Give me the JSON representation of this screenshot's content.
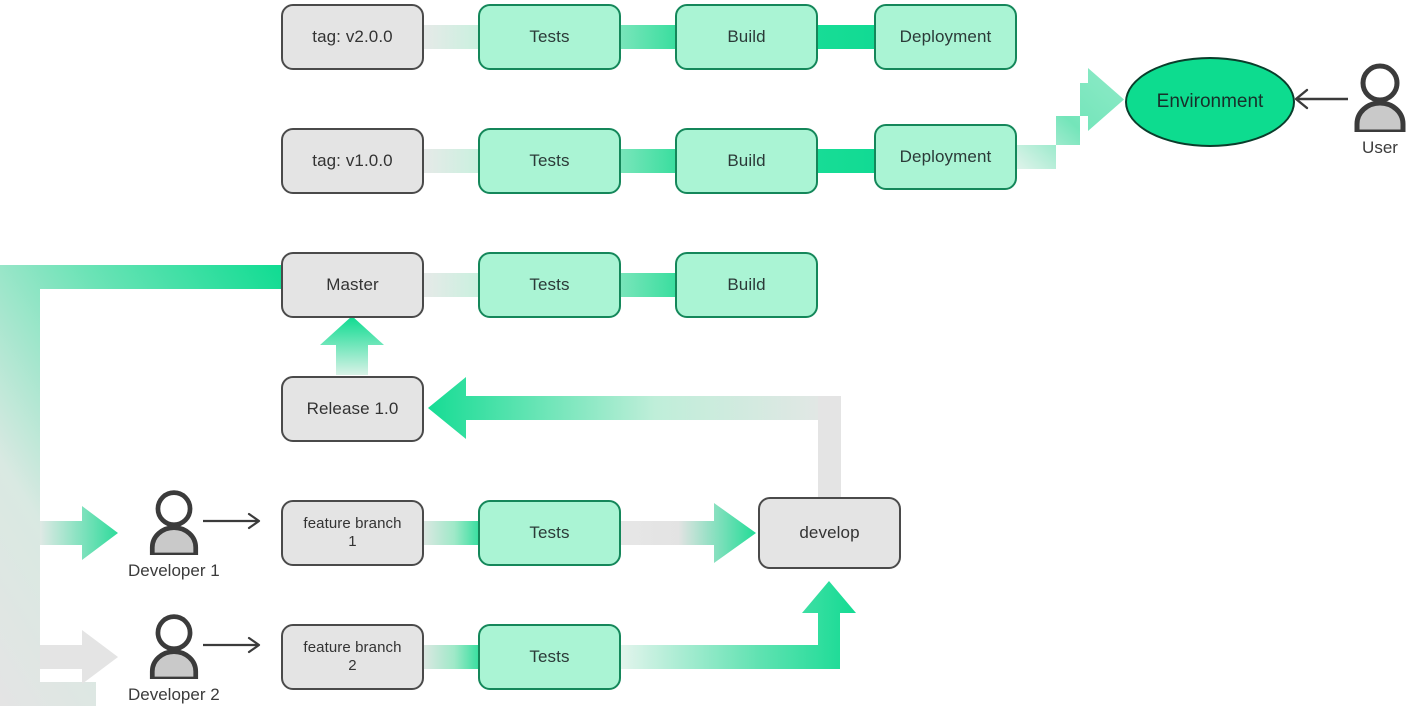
{
  "diagram": {
    "title": "Git branching CI/CD pipeline",
    "colors": {
      "green_solid": "#0ddc8f",
      "green_fill": "#aaf4d4",
      "green_border": "#14875a",
      "gray_fill": "#e4e4e4",
      "gray_border": "#4a4a4a",
      "pipe_gray": "#e4e4e4",
      "arrow_dark": "#3b3b3b",
      "environment_fill": "#0ddc8f",
      "environment_border": "#0a3d2b",
      "text": "#333333"
    },
    "rows": [
      {
        "id": "tag-v200",
        "nodes": [
          {
            "name": "tag-v2-0-0",
            "label": "tag: v2.0.0",
            "kind": "gray"
          },
          {
            "name": "tests",
            "label": "Tests",
            "kind": "green"
          },
          {
            "name": "build",
            "label": "Build",
            "kind": "green"
          },
          {
            "name": "deployment",
            "label": "Deployment",
            "kind": "green"
          }
        ]
      },
      {
        "id": "tag-v100",
        "nodes": [
          {
            "name": "tag-v1-0-0",
            "label": "tag: v1.0.0",
            "kind": "gray"
          },
          {
            "name": "tests",
            "label": "Tests",
            "kind": "green"
          },
          {
            "name": "build",
            "label": "Build",
            "kind": "green"
          },
          {
            "name": "deployment",
            "label": "Deployment",
            "kind": "green"
          }
        ]
      },
      {
        "id": "master",
        "nodes": [
          {
            "name": "master",
            "label": "Master",
            "kind": "gray"
          },
          {
            "name": "tests",
            "label": "Tests",
            "kind": "green"
          },
          {
            "name": "build",
            "label": "Build",
            "kind": "green"
          }
        ]
      },
      {
        "id": "release",
        "nodes": [
          {
            "name": "release-1-0",
            "label": "Release 1.0",
            "kind": "gray"
          }
        ]
      },
      {
        "id": "feature-1",
        "nodes": [
          {
            "name": "feature-branch-1",
            "label": "feature branch",
            "label2": "1",
            "kind": "gray"
          },
          {
            "name": "tests",
            "label": "Tests",
            "kind": "green"
          },
          {
            "name": "develop",
            "label": "develop",
            "kind": "gray"
          }
        ]
      },
      {
        "id": "feature-2",
        "nodes": [
          {
            "name": "feature-branch-2",
            "label": "feature branch",
            "label2": "2",
            "kind": "gray"
          },
          {
            "name": "tests",
            "label": "Tests",
            "kind": "green"
          }
        ]
      }
    ],
    "labels": {
      "tag_v2": "tag: v2.0.0",
      "tag_v1": "tag: v1.0.0",
      "tests": "Tests",
      "build": "Build",
      "deployment": "Deployment",
      "master": "Master",
      "release": "Release 1.0",
      "feature_branch_line1": "feature branch",
      "feature_1_num": "1",
      "feature_2_num": "2",
      "develop": "develop",
      "environment": "Environment",
      "user": "User",
      "developer_1": "Developer 1",
      "developer_2": "Developer 2"
    },
    "actors": [
      {
        "name": "user",
        "label": "User",
        "icon": "user-icon"
      },
      {
        "name": "developer-1",
        "label": "Developer 1",
        "icon": "user-icon"
      },
      {
        "name": "developer-2",
        "label": "Developer 2",
        "icon": "user-icon"
      }
    ]
  }
}
